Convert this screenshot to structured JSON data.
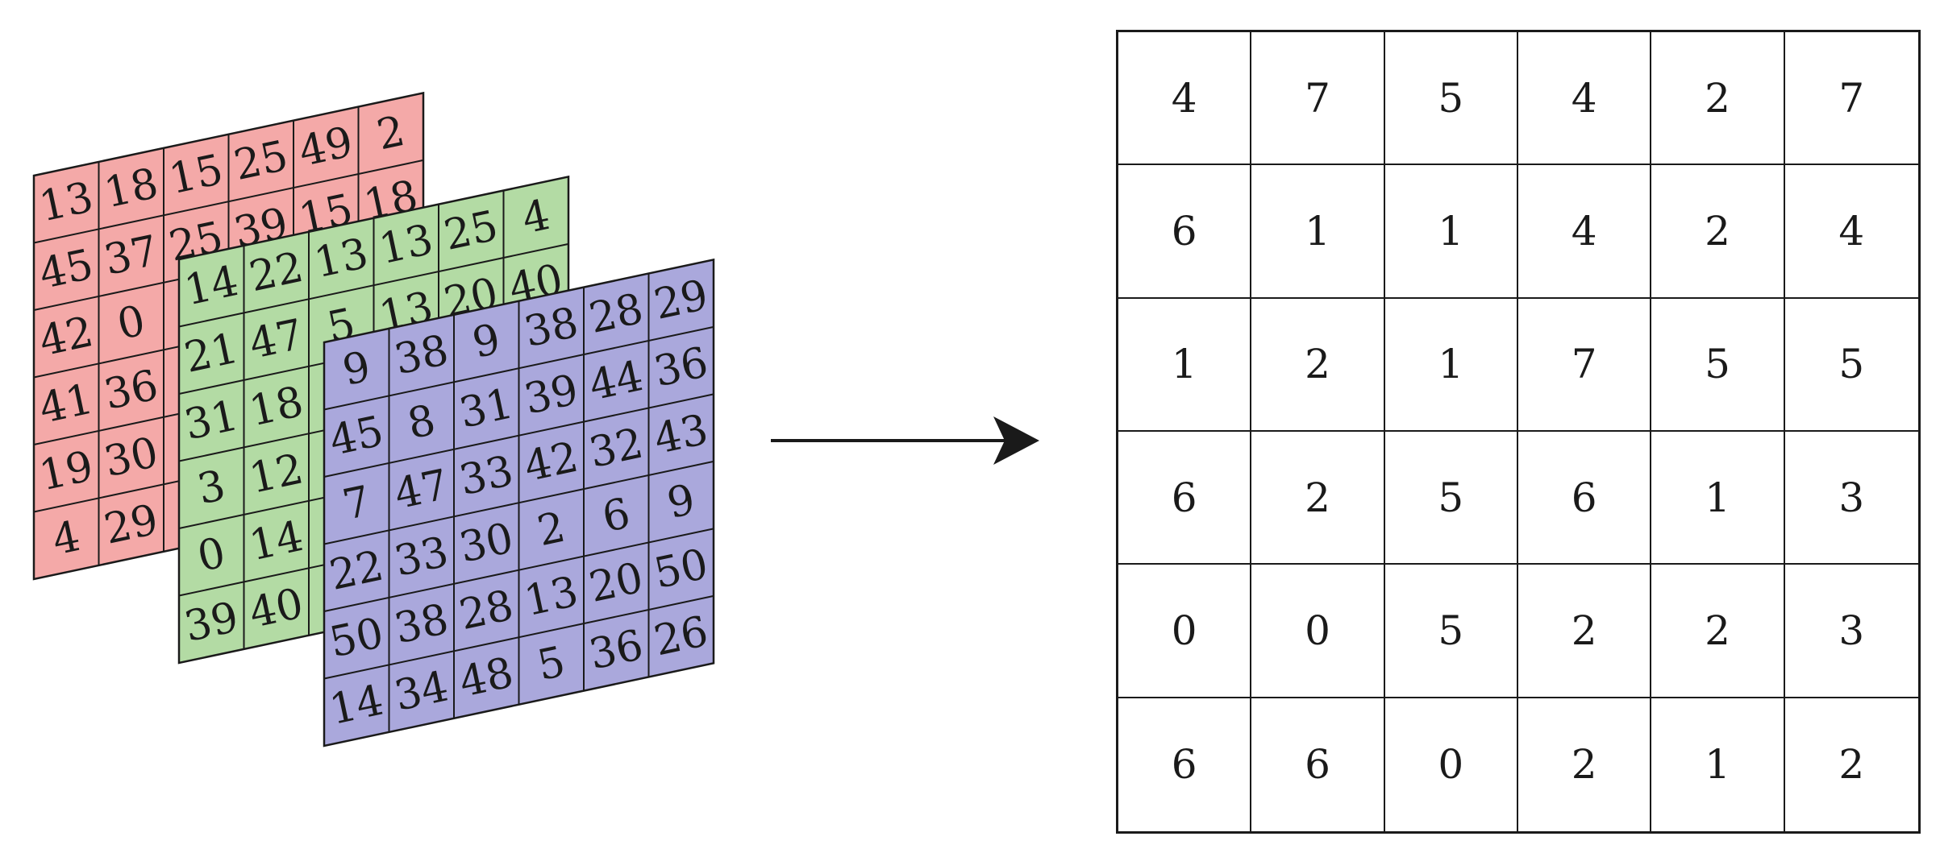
{
  "input_stack": {
    "layers": [
      {
        "name": "red",
        "color": "#f4a9a8",
        "values": [
          [
            13,
            18,
            15,
            25,
            49,
            2
          ],
          [
            45,
            37,
            25,
            39,
            15,
            18
          ],
          [
            42,
            0,
            "",
            "",
            "",
            ""
          ],
          [
            41,
            36,
            "",
            "",
            "",
            ""
          ],
          [
            19,
            30,
            "",
            "",
            "",
            ""
          ],
          [
            4,
            29,
            "",
            "",
            "",
            ""
          ]
        ]
      },
      {
        "name": "green",
        "color": "#b3dba4",
        "values": [
          [
            14,
            22,
            13,
            13,
            25,
            4
          ],
          [
            21,
            47,
            5,
            13,
            20,
            40
          ],
          [
            31,
            18,
            "",
            "",
            "",
            ""
          ],
          [
            3,
            12,
            "",
            "",
            "",
            ""
          ],
          [
            0,
            14,
            "",
            "",
            "",
            ""
          ],
          [
            39,
            40,
            "",
            "",
            "",
            ""
          ]
        ]
      },
      {
        "name": "blue",
        "color": "#aaa8dc",
        "values": [
          [
            9,
            38,
            9,
            38,
            28,
            29
          ],
          [
            45,
            8,
            31,
            39,
            44,
            36
          ],
          [
            7,
            47,
            33,
            42,
            32,
            43
          ],
          [
            22,
            33,
            30,
            2,
            6,
            9
          ],
          [
            50,
            38,
            28,
            13,
            20,
            50
          ],
          [
            14,
            34,
            48,
            5,
            36,
            26
          ]
        ]
      }
    ]
  },
  "arrow": {
    "color": "#1a1a1a"
  },
  "output_grid": {
    "values": [
      [
        4,
        7,
        5,
        4,
        2,
        7
      ],
      [
        6,
        1,
        1,
        4,
        2,
        4
      ],
      [
        1,
        2,
        1,
        7,
        5,
        5
      ],
      [
        6,
        2,
        5,
        6,
        1,
        3
      ],
      [
        0,
        0,
        5,
        2,
        2,
        3
      ],
      [
        6,
        6,
        0,
        2,
        1,
        2
      ]
    ]
  }
}
